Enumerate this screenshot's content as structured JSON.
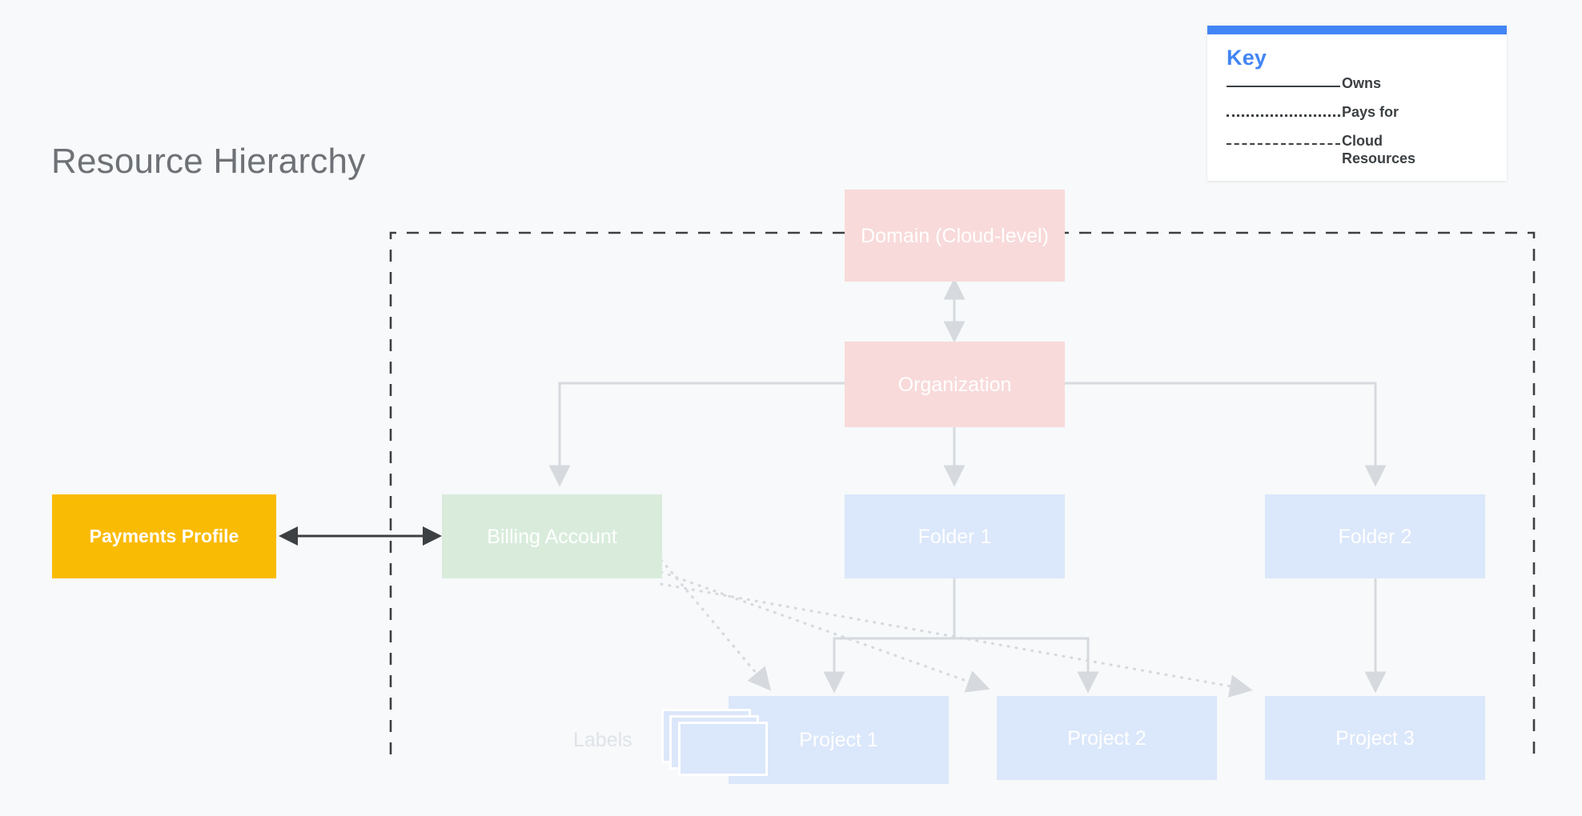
{
  "page": {
    "title": "Resource Hierarchy",
    "background_color": "#f7f9fa"
  },
  "key": {
    "heading": "Key",
    "accent_color": "#4285f4",
    "items": [
      {
        "style": "solid",
        "label": "Owns"
      },
      {
        "style": "dotted",
        "label": "Pays for"
      },
      {
        "style": "dashed",
        "label": "Cloud Resources"
      }
    ]
  },
  "diagram": {
    "type": "hierarchy",
    "boundary": {
      "name": "Cloud Resources",
      "line_style": "dashed",
      "color": "#3c4043"
    },
    "nodes": [
      {
        "id": "domain",
        "label": "Domain (Cloud-level)",
        "color": "#f8dada",
        "text_color": "#ffffff"
      },
      {
        "id": "organization",
        "label": "Organization",
        "color": "#f8dada",
        "text_color": "#ffffff"
      },
      {
        "id": "payments_profile",
        "label": "Payments Profile",
        "color": "#fabb05",
        "text_color": "#ffffff"
      },
      {
        "id": "billing_account",
        "label": "Billing Account",
        "color": "#d9ecdc",
        "text_color": "#ffffff"
      },
      {
        "id": "folder_1",
        "label": "Folder 1",
        "color": "#dbe7fa",
        "text_color": "#ffffff"
      },
      {
        "id": "folder_2",
        "label": "Folder 2",
        "color": "#dbe7fa",
        "text_color": "#ffffff"
      },
      {
        "id": "project_1",
        "label": "Project 1",
        "color": "#dbe7fa",
        "text_color": "#ffffff"
      },
      {
        "id": "project_2",
        "label": "Project 2",
        "color": "#dbe7fa",
        "text_color": "#ffffff"
      },
      {
        "id": "project_3",
        "label": "Project 3",
        "color": "#dbe7fa",
        "text_color": "#ffffff"
      },
      {
        "id": "labels",
        "label": "Labels",
        "color": "#dbe7fa",
        "text_color": "#dfe3e8"
      }
    ],
    "edges": [
      {
        "from": "domain",
        "to": "organization",
        "style": "solid",
        "arrow": "both"
      },
      {
        "from": "organization",
        "to": "billing_account",
        "style": "solid",
        "arrow": "to"
      },
      {
        "from": "organization",
        "to": "folder_1",
        "style": "solid",
        "arrow": "to"
      },
      {
        "from": "organization",
        "to": "folder_2",
        "style": "solid",
        "arrow": "to"
      },
      {
        "from": "folder_1",
        "to": "project_1",
        "style": "solid",
        "arrow": "to"
      },
      {
        "from": "folder_1",
        "to": "project_2",
        "style": "solid",
        "arrow": "to"
      },
      {
        "from": "folder_2",
        "to": "project_3",
        "style": "solid",
        "arrow": "to"
      },
      {
        "from": "payments_profile",
        "to": "billing_account",
        "style": "solid",
        "arrow": "both"
      },
      {
        "from": "billing_account",
        "to": "project_1",
        "style": "dotted",
        "arrow": "to"
      },
      {
        "from": "billing_account",
        "to": "project_2",
        "style": "dotted",
        "arrow": "to"
      },
      {
        "from": "billing_account",
        "to": "project_3",
        "style": "dotted",
        "arrow": "to"
      }
    ]
  }
}
